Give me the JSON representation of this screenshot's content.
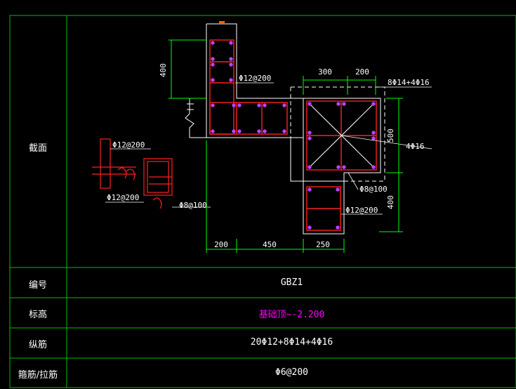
{
  "table": {
    "section_label": "截面",
    "rows": [
      {
        "label": "编号",
        "value": "GBZ1"
      },
      {
        "label": "标高",
        "value": "基础顶~-2.200"
      },
      {
        "label": "纵筋",
        "value": "20Φ12+8Φ14+4Φ16"
      },
      {
        "label": "箍筋/拉筋",
        "value": "Φ6@200"
      }
    ]
  },
  "drawing": {
    "dims_bottom": [
      "200",
      "450",
      "250"
    ],
    "dims_top": [
      "300",
      "200"
    ],
    "dims_left": [
      "400"
    ],
    "dims_right": [
      "500",
      "400"
    ],
    "notes": {
      "stirrup_top": "Φ12@200",
      "corner_bars": "8Φ14+4Φ16",
      "center_bars": "4Φ16",
      "stirrup_mid": "Φ8@100",
      "stirrup_bottom": "Φ12@200",
      "detail_top": "Φ12@200",
      "detail_bottom": "Φ12@200",
      "detail_tie": "Φ8@100"
    }
  },
  "colors": {
    "frame": "#00c000",
    "rebar": "#ff2020",
    "concrete": "#ffffff",
    "elevation_text": "#ff00ff",
    "dimension": "#00ff00"
  }
}
